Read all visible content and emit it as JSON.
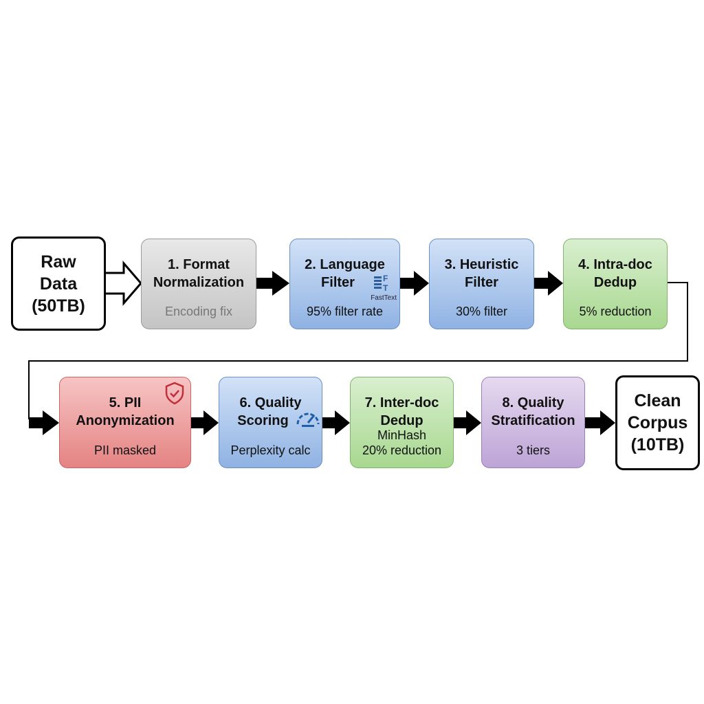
{
  "input": {
    "line1": "Raw",
    "line2": "Data",
    "line3": "(50TB)"
  },
  "output": {
    "line1": "Clean",
    "line2": "Corpus",
    "line3": "(10TB)"
  },
  "stages": [
    {
      "l1": "1. Format",
      "l2": "Normalization",
      "sub": "Encoding fix"
    },
    {
      "l1": "2. Language",
      "l2": "Filter",
      "sub": "95% filter rate",
      "icon_label": "FastText"
    },
    {
      "l1": "3. Heuristic",
      "l2": "Filter",
      "sub": "30% filter"
    },
    {
      "l1": "4. Intra-doc",
      "l2": "Dedup",
      "sub": "5% reduction"
    },
    {
      "l1": "5. PII",
      "l2": "Anonymization",
      "sub": "PII masked"
    },
    {
      "l1": "6. Quality",
      "l2": "Scoring",
      "sub": "Perplexity calc"
    },
    {
      "l1": "7. Inter-doc",
      "l2": "Dedup",
      "sub1": "MinHash",
      "sub": "20% reduction"
    },
    {
      "l1": "8. Quality",
      "l2": "Stratification",
      "sub": "3 tiers"
    }
  ]
}
